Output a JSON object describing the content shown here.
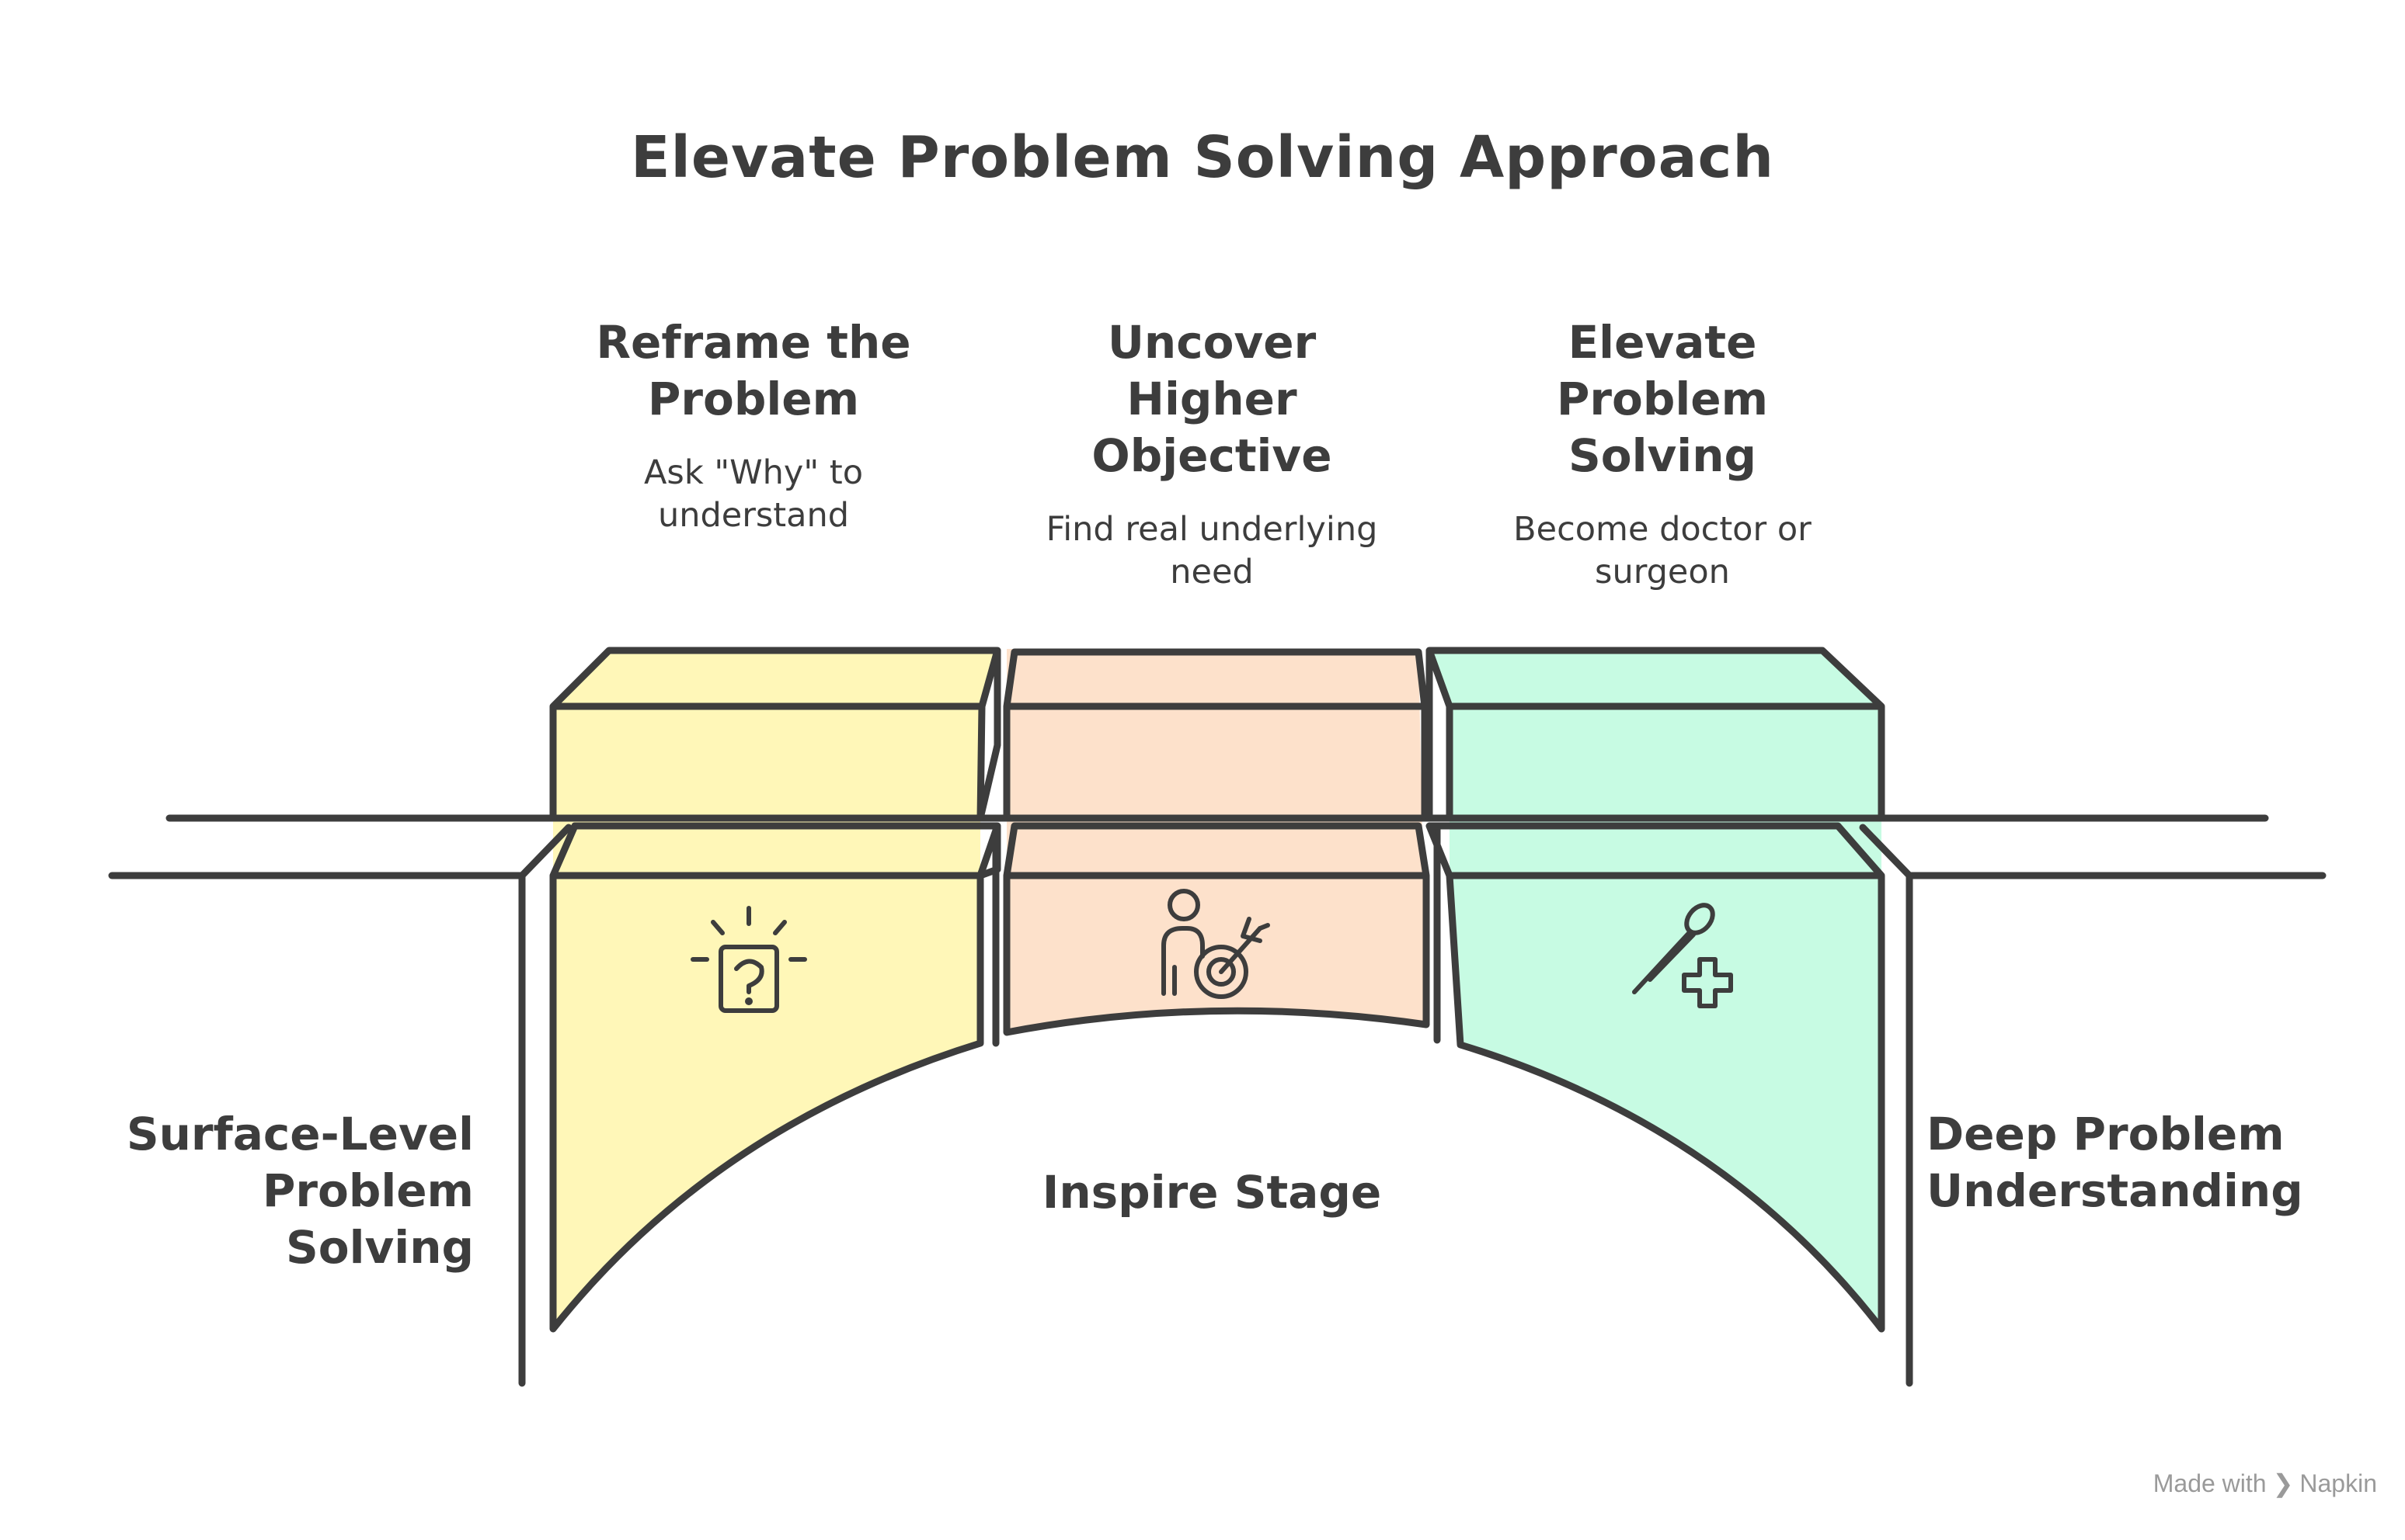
{
  "title": "Elevate Problem Solving Approach",
  "steps": [
    {
      "title": "Reframe the\nProblem",
      "desc": "Ask \"Why\" to\nunderstand",
      "icon": "question-box-idea-icon",
      "color": "#fff7b8"
    },
    {
      "title": "Uncover\nHigher\nObjective",
      "desc": "Find real underlying\nneed",
      "icon": "person-target-icon",
      "color": "#fde1cb"
    },
    {
      "title": "Elevate\nProblem\nSolving",
      "desc": "Become doctor or\nsurgeon",
      "icon": "scalpel-medical-cross-icon",
      "color": "#c7fbe3"
    }
  ],
  "labels": {
    "left": "Surface-Level\nProblem\nSolving",
    "center": "Inspire Stage",
    "right": "Deep Problem\nUnderstanding"
  },
  "branding": {
    "prefix": "Made with",
    "name": "Napkin"
  },
  "colors": {
    "stroke": "#3d3d3d",
    "text": "#3d3d3d",
    "watermark": "#9a9a9a"
  }
}
